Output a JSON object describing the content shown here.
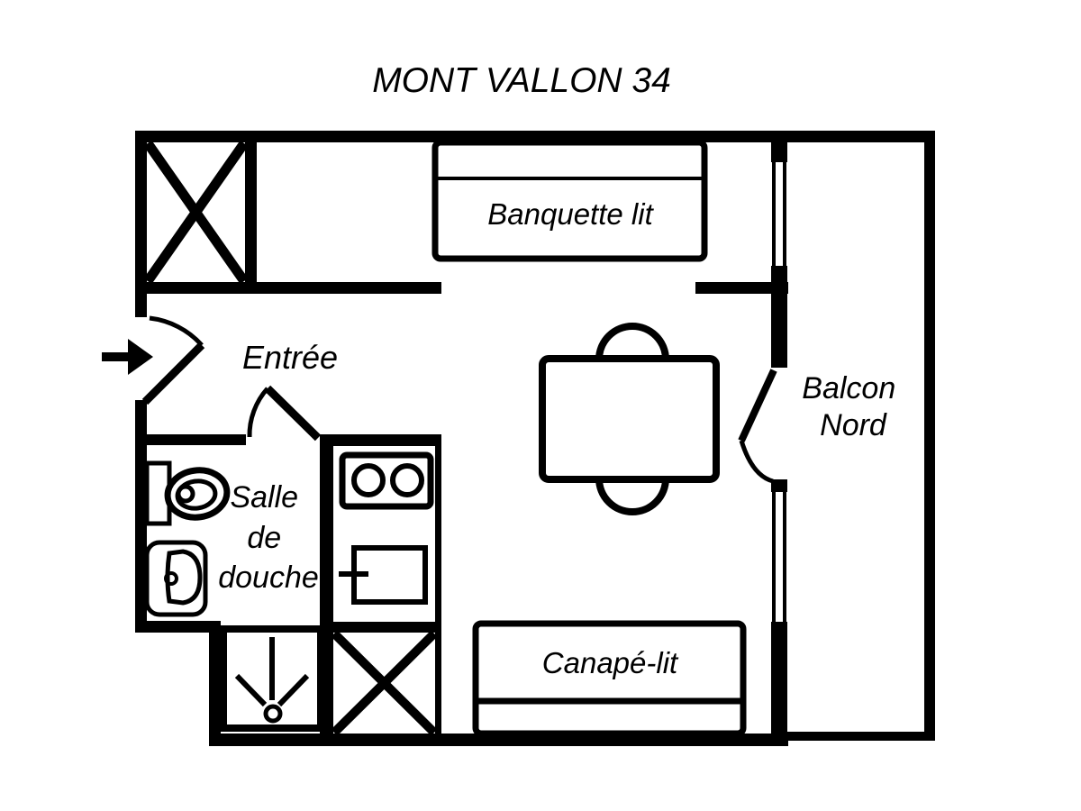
{
  "title": "MONT VALLON 34",
  "colors": {
    "line": "#000000",
    "background": "#ffffff"
  },
  "labels": {
    "bed": "Banquette lit",
    "entry": "Entrée",
    "balcony_line1": "Balcon",
    "balcony_line2": "Nord",
    "bathroom_line1": "Salle",
    "bathroom_line2": "de",
    "bathroom_line3": "douche",
    "sofa": "Canapé-lit"
  }
}
